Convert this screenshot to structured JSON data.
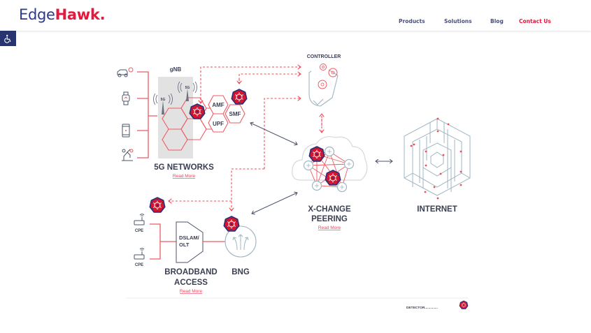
{
  "brand": {
    "logo_part1": "Edge",
    "logo_part2": "Hawk",
    "logo_dot": "."
  },
  "nav": {
    "items": [
      {
        "label": "Products"
      },
      {
        "label": "Solutions"
      },
      {
        "label": "Blog"
      },
      {
        "label": "Contact Us"
      }
    ]
  },
  "accessibility": {
    "icon": "wheelchair-icon"
  },
  "diagram": {
    "gnb_label": "gNB",
    "controller_label": "CONTROLLER",
    "core_functions": [
      "AMF",
      "SMF",
      "UPF"
    ],
    "antenna_label": "5G",
    "device_icons": [
      "connected-car-icon",
      "smartwatch-icon",
      "smartphone-icon",
      "industrial-robot-icon"
    ],
    "sections": {
      "fiveg": {
        "title": "5G NETWORKS",
        "link": "Read More"
      },
      "xchange": {
        "title_line1": "X-CHANGE",
        "title_line2": "PEERING",
        "link": "Read More"
      },
      "internet": {
        "title": "INTERNET"
      },
      "broadband": {
        "title_line1": "BROADBAND",
        "title_line2": "ACCESS",
        "link": "Read More"
      },
      "bng": {
        "title": "BNG"
      }
    },
    "cpe_labels": [
      "CPE",
      "CPE"
    ],
    "dslam_label_line1": "DSLAM/",
    "dslam_label_line2": "OLT"
  },
  "legend": {
    "label": "DETECTOR..............",
    "icon": "detector-icon"
  },
  "colors": {
    "brand_blue": "#2b3a8f",
    "brand_red": "#e8173d",
    "detector_red": "#d9142b",
    "detector_navy": "#2a2f7a",
    "line_gray": "#9fb6c3"
  }
}
